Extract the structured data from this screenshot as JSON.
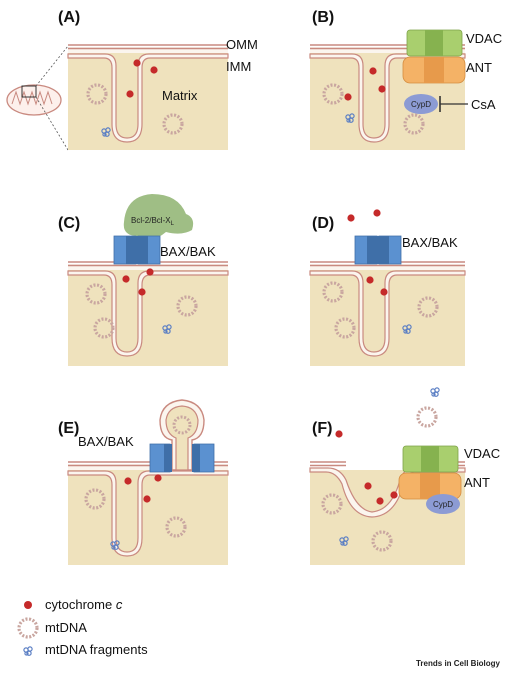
{
  "panels": {
    "a": {
      "label": "(A)",
      "omm": "OMM",
      "imm": "IMM",
      "matrix": "Matrix"
    },
    "b": {
      "label": "(B)",
      "vdac": "VDAC",
      "ant": "ANT",
      "cypd": "CypD",
      "csa": "CsA"
    },
    "c": {
      "label": "(C)",
      "bcl": "Bcl-2/Bcl-X",
      "bcl_sub": "L",
      "baxbak": "BAX/BAK"
    },
    "d": {
      "label": "(D)",
      "baxbak": "BAX/BAK"
    },
    "e": {
      "label": "(E)",
      "baxbak": "BAX/BAK"
    },
    "f": {
      "label": "(F)",
      "vdac": "VDAC",
      "ant": "ANT",
      "cypd": "CypD"
    }
  },
  "legend": {
    "cytc_prefix": "cytochrome ",
    "cytc_italic": "c",
    "mtdna": "mtDNA",
    "fragments": "mtDNA fragments"
  },
  "credit": "Trends in Cell Biology",
  "colors": {
    "matrix_fill": "#efe2bd",
    "ims_fill": "#fbf5ee",
    "membrane": "#c98a80",
    "cytc": "#c52a2a",
    "bax": "#5b91d0",
    "vdac": "#a9cf6e",
    "ant": "#f4b266",
    "cypd": "#8c9bd4",
    "bcl": "#9fbe85"
  }
}
